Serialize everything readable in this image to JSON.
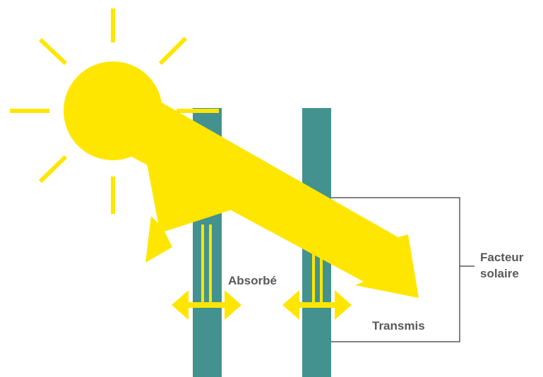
{
  "labels": {
    "absorbed": "Absorbé",
    "transmitted": "Transmis",
    "solar_factor_line1": "Facteur",
    "solar_factor_line2": "solaire"
  },
  "colors": {
    "sun": "#ffe600",
    "glass": "#44928f",
    "bracket": "#58595b",
    "text": "#58595b"
  },
  "icons": {
    "sun": "sun-icon",
    "glass_pane": "glass-pane",
    "arrow": "double-arrow"
  }
}
